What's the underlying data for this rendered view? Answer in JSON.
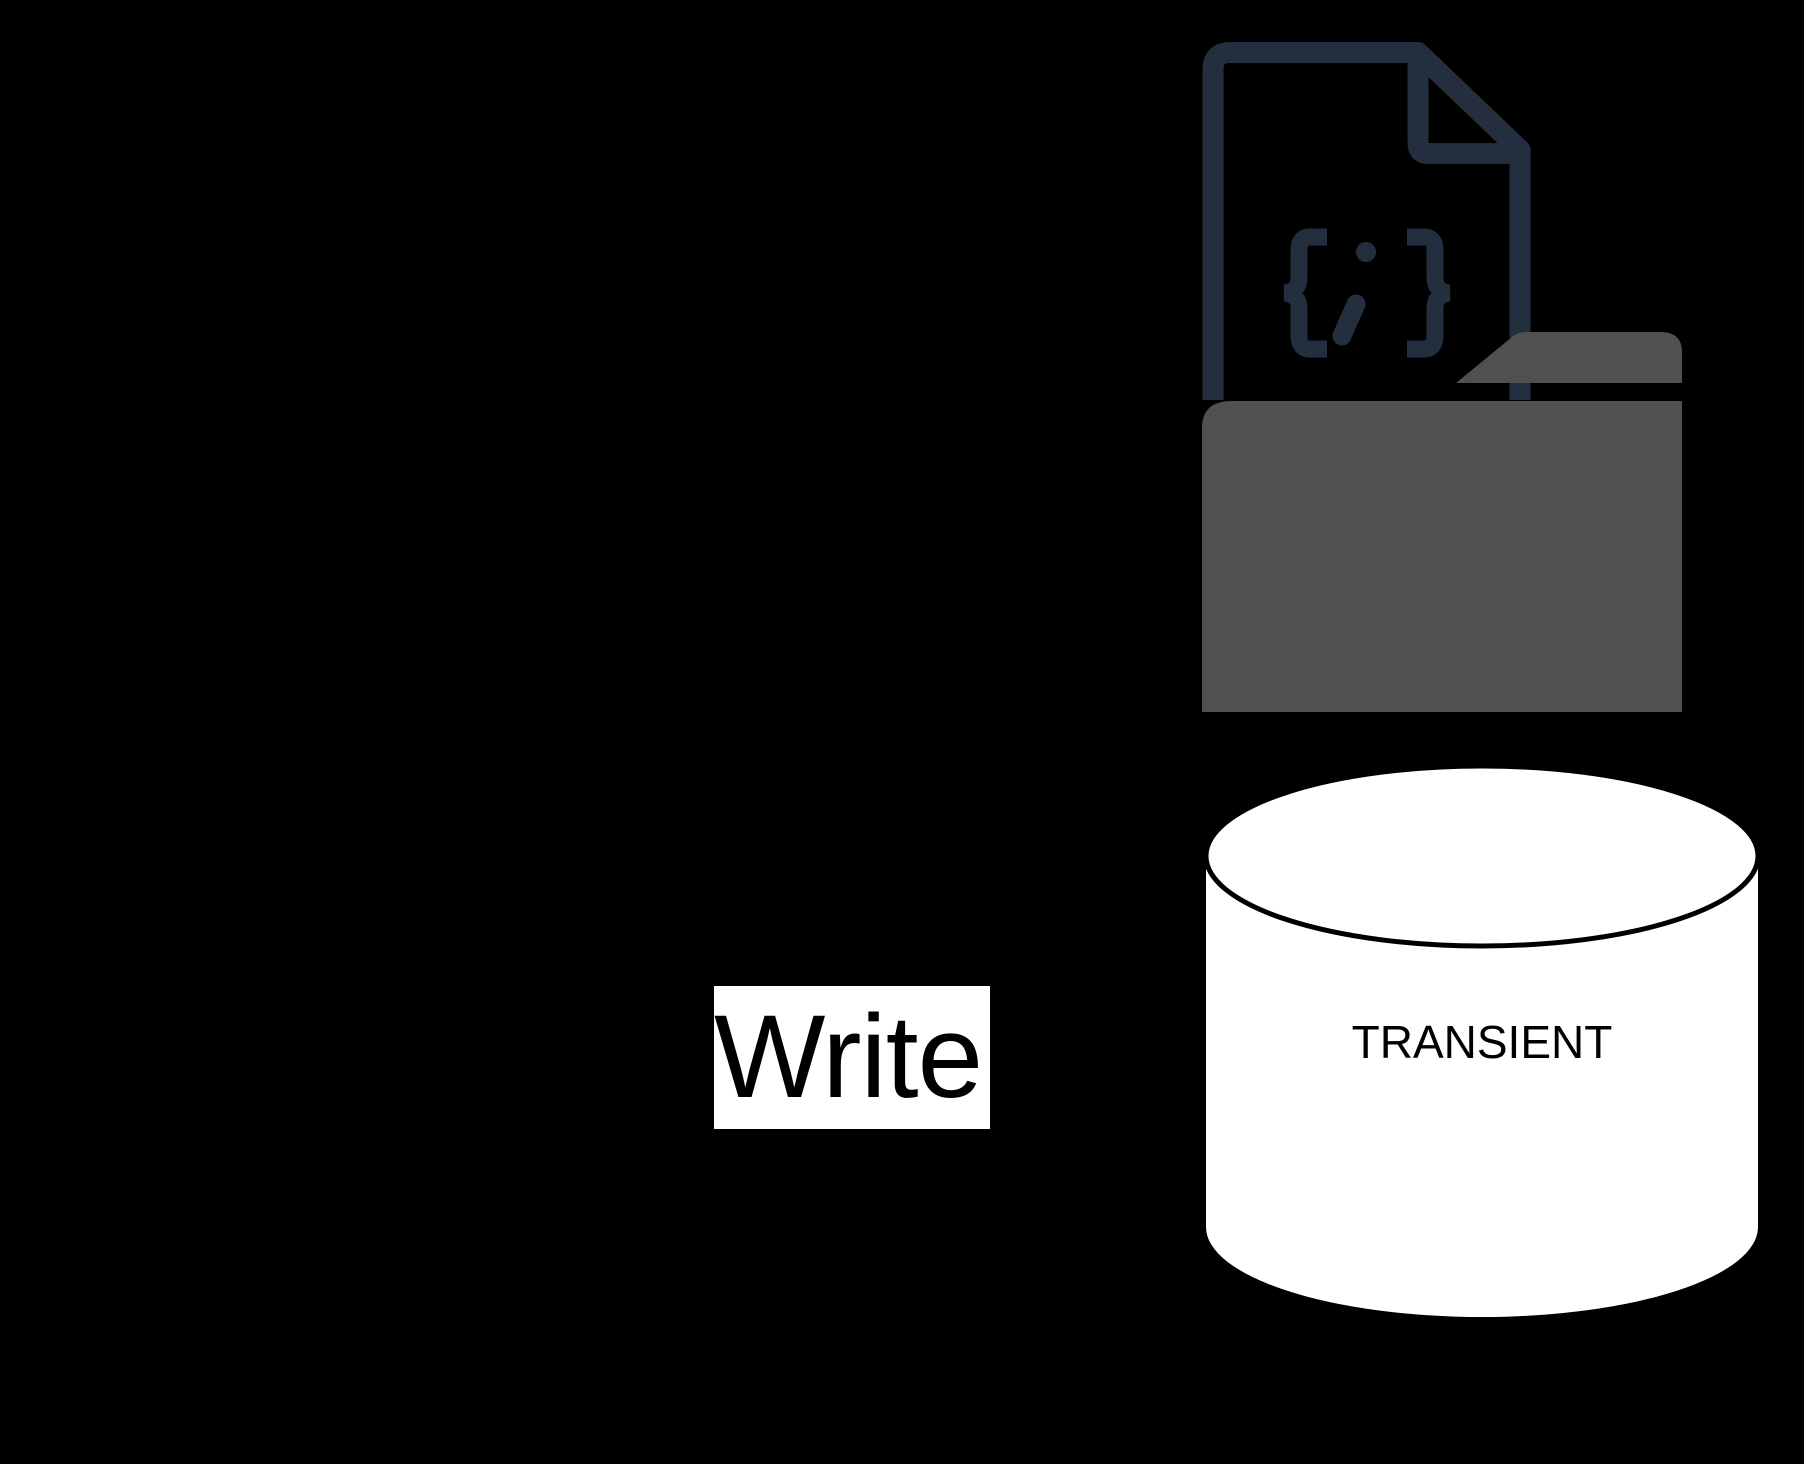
{
  "diagram": {
    "background_color": "#000000",
    "edge_label": {
      "text": "Write"
    },
    "storage": {
      "label": "TRANSIENT",
      "shape": "cylinder",
      "fill_color": "#ffffff",
      "stroke_color": "#000000"
    },
    "icon": {
      "name": "json-file-folder-icon",
      "document_color": "#232f3e",
      "folder_color": "#505050",
      "glyph": "{;}"
    }
  }
}
